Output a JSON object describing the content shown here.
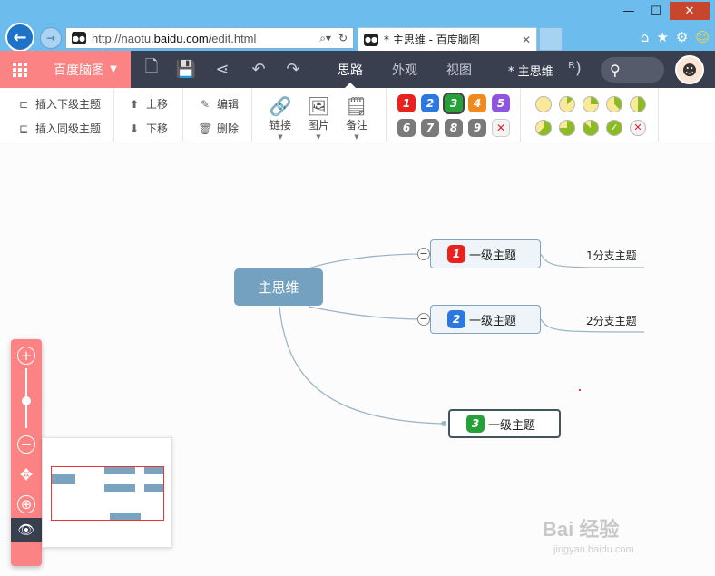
{
  "browser": {
    "url_prefix": "http://naotu.",
    "url_domain": "baidu.com",
    "url_suffix": "/edit.html",
    "tab_title": "* 主思维 - 百度脑图",
    "win_min": "—",
    "win_max": "☐",
    "win_close": "✕"
  },
  "appbar": {
    "brand": "百度脑图",
    "tabs": [
      "思路",
      "外观",
      "视图"
    ],
    "active_tab": "思路",
    "doc_title": "* 主思维"
  },
  "ribbon": {
    "insert_child": "插入下级主题",
    "insert_sibling": "插入同级主题",
    "move_up": "上移",
    "move_down": "下移",
    "edit": "编辑",
    "delete": "删除",
    "link": "链接",
    "image": "图片",
    "note": "备注",
    "priorities": [
      "1",
      "2",
      "3",
      "4",
      "5",
      "6",
      "7",
      "8",
      "9"
    ],
    "priority_colors": [
      "#e8231f",
      "#2a78e0",
      "#26a13a",
      "#f08a1c",
      "#8f54e0",
      "#7a7a7a",
      "#7a7a7a",
      "#7a7a7a",
      "#7a7a7a"
    ]
  },
  "mindmap": {
    "root": "主思维",
    "nodes": [
      {
        "label": "一级主题",
        "priority": "1",
        "color": "#e8231f",
        "child": "1分支主题"
      },
      {
        "label": "一级主题",
        "priority": "2",
        "color": "#2a78e0",
        "child": "2分支主题"
      },
      {
        "label": "一级主题",
        "priority": "3",
        "color": "#26a13a",
        "child": ""
      }
    ]
  },
  "watermark": {
    "text": "Bai 经验",
    "sub": "jingyan.baidu.com"
  }
}
